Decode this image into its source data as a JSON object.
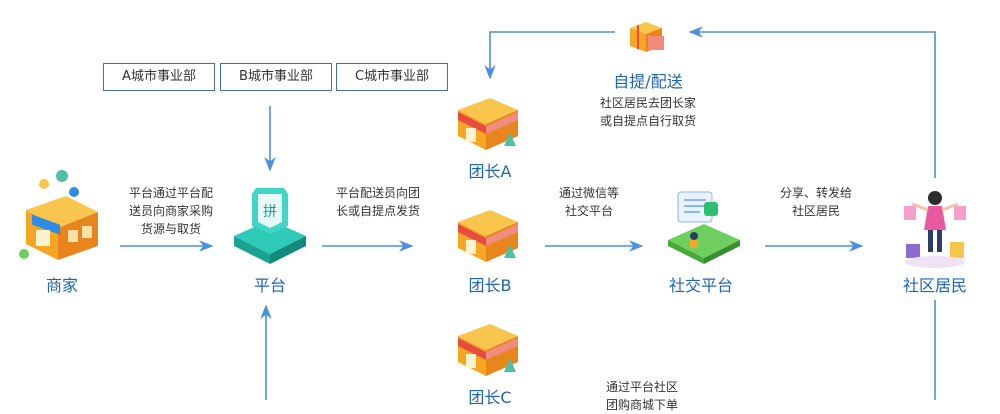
{
  "divisions": [
    {
      "label": "A城市事业部"
    },
    {
      "label": "B城市事业部"
    },
    {
      "label": "C城市事业部"
    }
  ],
  "nodes": {
    "merchant": "商家",
    "platform": "平台",
    "leader_a": "团长A",
    "leader_b": "团长B",
    "leader_c": "团长C",
    "social": "社交平台",
    "residents": "社区居民",
    "pickup": "自提/配送"
  },
  "notes": {
    "merchant_platform": [
      "平台通过平台配",
      "送员向商家采购",
      "货源与取货"
    ],
    "platform_leader": [
      "平台配送员向团",
      "长或自提点发货"
    ],
    "leader_social": [
      "通过微信等",
      "社交平台"
    ],
    "social_residents": [
      "分享、转发给",
      "社区居民"
    ],
    "pickup_desc": [
      "社区居民去团长家",
      "或自提点自行取货"
    ],
    "bottom_desc": [
      "通过平台社区",
      "团购商城下单"
    ]
  },
  "colors": {
    "arrow": "#4a8fe0",
    "label": "#1f63b5",
    "box_border": "#4a6fa5"
  }
}
